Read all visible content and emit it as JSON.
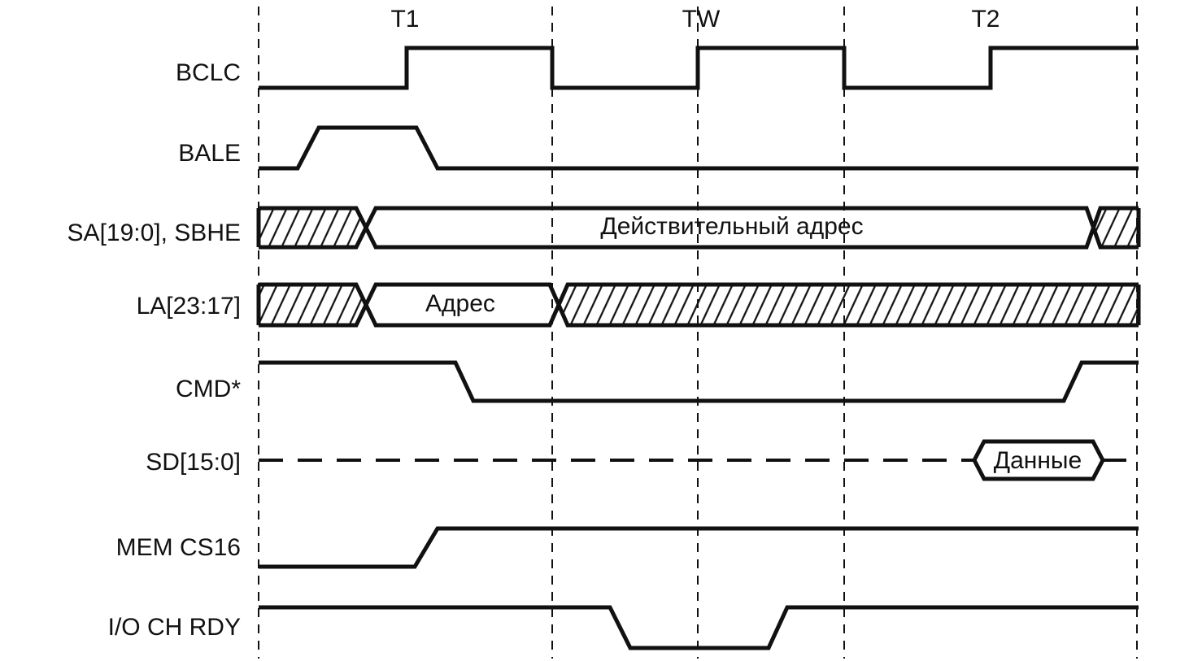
{
  "phases": [
    "T1",
    "TW",
    "T2"
  ],
  "signals": {
    "bclc": "BCLC",
    "bale": "BALE",
    "sa": "SA[19:0], SBHE",
    "la": "LA[23:17]",
    "cmd": "CMD*",
    "sd": "SD[15:0]",
    "memcs": "MEM CS16",
    "iochrdy": "I/O CH RDY"
  },
  "bus_labels": {
    "sa_valid": "Действительный адрес",
    "la_address": "Адрес",
    "sd_data": "Данные"
  },
  "colors": {
    "ink": "#111111",
    "background": "#ffffff"
  }
}
